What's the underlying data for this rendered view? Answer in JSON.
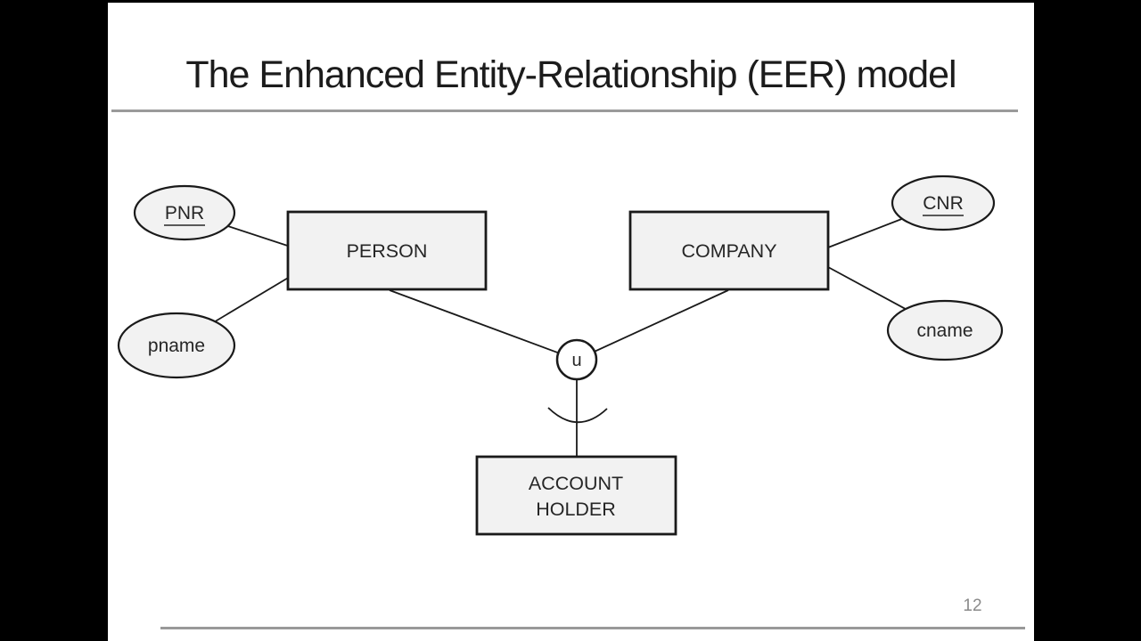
{
  "slide": {
    "title": "The Enhanced Entity-Relationship (EER) model",
    "page_number": "12"
  },
  "diagram": {
    "entities": [
      {
        "id": "person",
        "label": "PERSON"
      },
      {
        "id": "company",
        "label": "COMPANY"
      },
      {
        "id": "account_holder",
        "label_line1": "ACCOUNT",
        "label_line2": "HOLDER"
      }
    ],
    "attributes": [
      {
        "id": "pnr",
        "label": "PNR",
        "key_attribute": true,
        "of_entity": "PERSON"
      },
      {
        "id": "pname",
        "label": "pname",
        "key_attribute": false,
        "of_entity": "PERSON"
      },
      {
        "id": "cnr",
        "label": "CNR",
        "key_attribute": true,
        "of_entity": "COMPANY"
      },
      {
        "id": "cname",
        "label": "cname",
        "key_attribute": false,
        "of_entity": "COMPANY"
      }
    ],
    "union_symbol": "u",
    "relationship": "PERSON and COMPANY union into ACCOUNT HOLDER"
  },
  "colors": {
    "shape_fill": "#f2f2f2",
    "shape_stroke": "#1a1a1a",
    "title_text": "#1c1c1c",
    "divider_gray": "#9a9a9a",
    "page_number_gray": "#8a8a8a",
    "letterbox": "#000000",
    "slide_background": "#ffffff"
  }
}
